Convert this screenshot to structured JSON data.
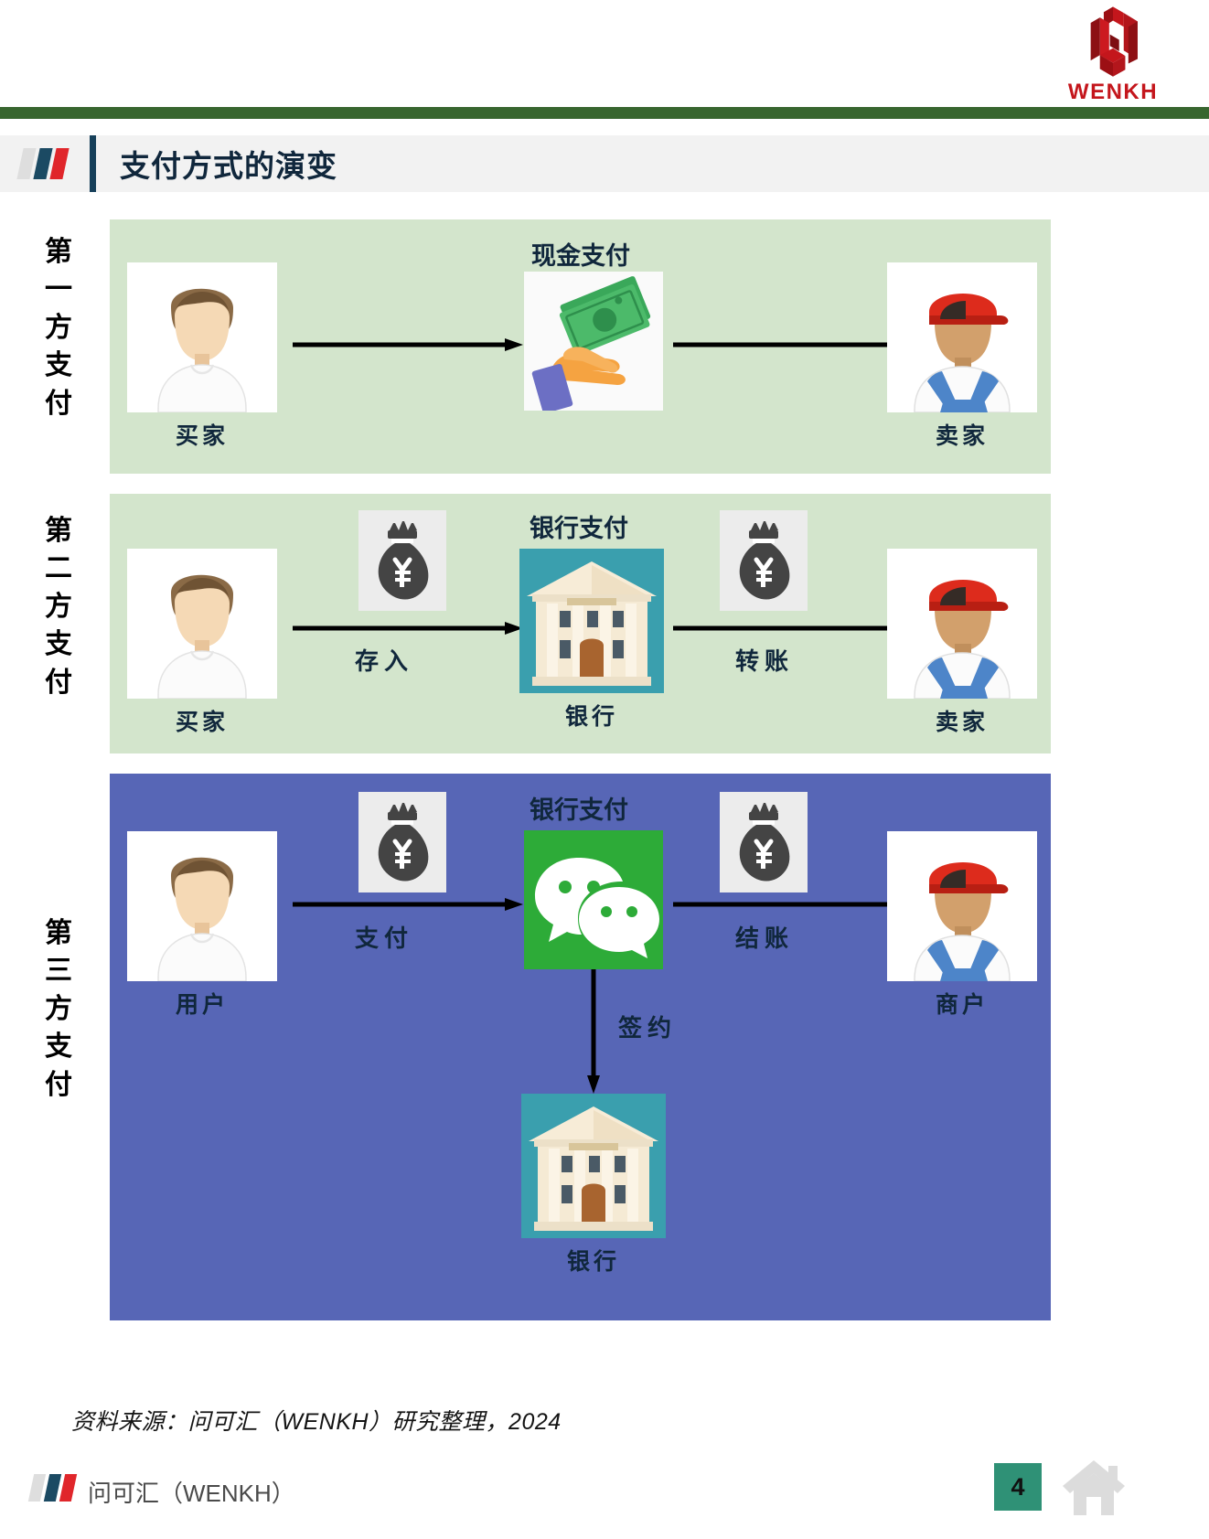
{
  "brand": {
    "logo_mark": "wenkh-cube-logo",
    "wordmark": "WENKH",
    "accent_red": "#c4161c",
    "rule_green": "#38662f"
  },
  "header": {
    "title": "支付方式的演变",
    "flag_colors": [
      "#dedede",
      "#1b4a63",
      "#e0262b"
    ],
    "divider_color": "#17405a"
  },
  "sections": [
    {
      "side_label_chars": [
        "第",
        "一",
        "方",
        "支",
        "付"
      ],
      "panel_color": "#d3e5cc",
      "flow_title": "现金支付",
      "nodes": [
        {
          "name": "buyer",
          "icon": "person-avatar",
          "caption": "买家"
        },
        {
          "name": "cash",
          "icon": "hand-holding-cash-icon",
          "caption": ""
        },
        {
          "name": "seller",
          "icon": "worker-avatar",
          "caption": "卖家"
        }
      ],
      "arrow_labels": []
    },
    {
      "side_label_chars": [
        "第",
        "二",
        "方",
        "支",
        "付"
      ],
      "panel_color": "#d3e5cc",
      "flow_title": "银行支付",
      "nodes": [
        {
          "name": "buyer",
          "icon": "person-avatar",
          "caption": "买家"
        },
        {
          "name": "bank",
          "icon": "bank-building-icon",
          "caption": "银行"
        },
        {
          "name": "seller",
          "icon": "worker-avatar",
          "caption": "卖家"
        }
      ],
      "arrow_labels": [
        "存入",
        "转账"
      ],
      "money_icons": [
        "money-bag-yuan-icon",
        "money-bag-yuan-icon"
      ]
    },
    {
      "side_label_chars": [
        "第",
        "三",
        "方",
        "支",
        "付"
      ],
      "panel_color": "#5766b6",
      "flow_title": "银行支付",
      "nodes": [
        {
          "name": "user",
          "icon": "person-avatar",
          "caption": "用户"
        },
        {
          "name": "wechat",
          "icon": "wechat-logo-icon",
          "caption": ""
        },
        {
          "name": "merchant",
          "icon": "worker-avatar",
          "caption": "商户"
        },
        {
          "name": "bank",
          "icon": "bank-building-icon",
          "caption": "银行"
        }
      ],
      "arrow_labels": [
        "支付",
        "结账",
        "签约"
      ],
      "money_icons": [
        "money-bag-yuan-icon",
        "money-bag-yuan-icon"
      ]
    }
  ],
  "source_note": "资料来源：问可汇（WENKH）研究整理，2024",
  "footer": {
    "brand_text": "问可汇（WENKH）",
    "page_number": "4",
    "page_badge_color": "#2f9176",
    "home_icon": "home-icon"
  }
}
